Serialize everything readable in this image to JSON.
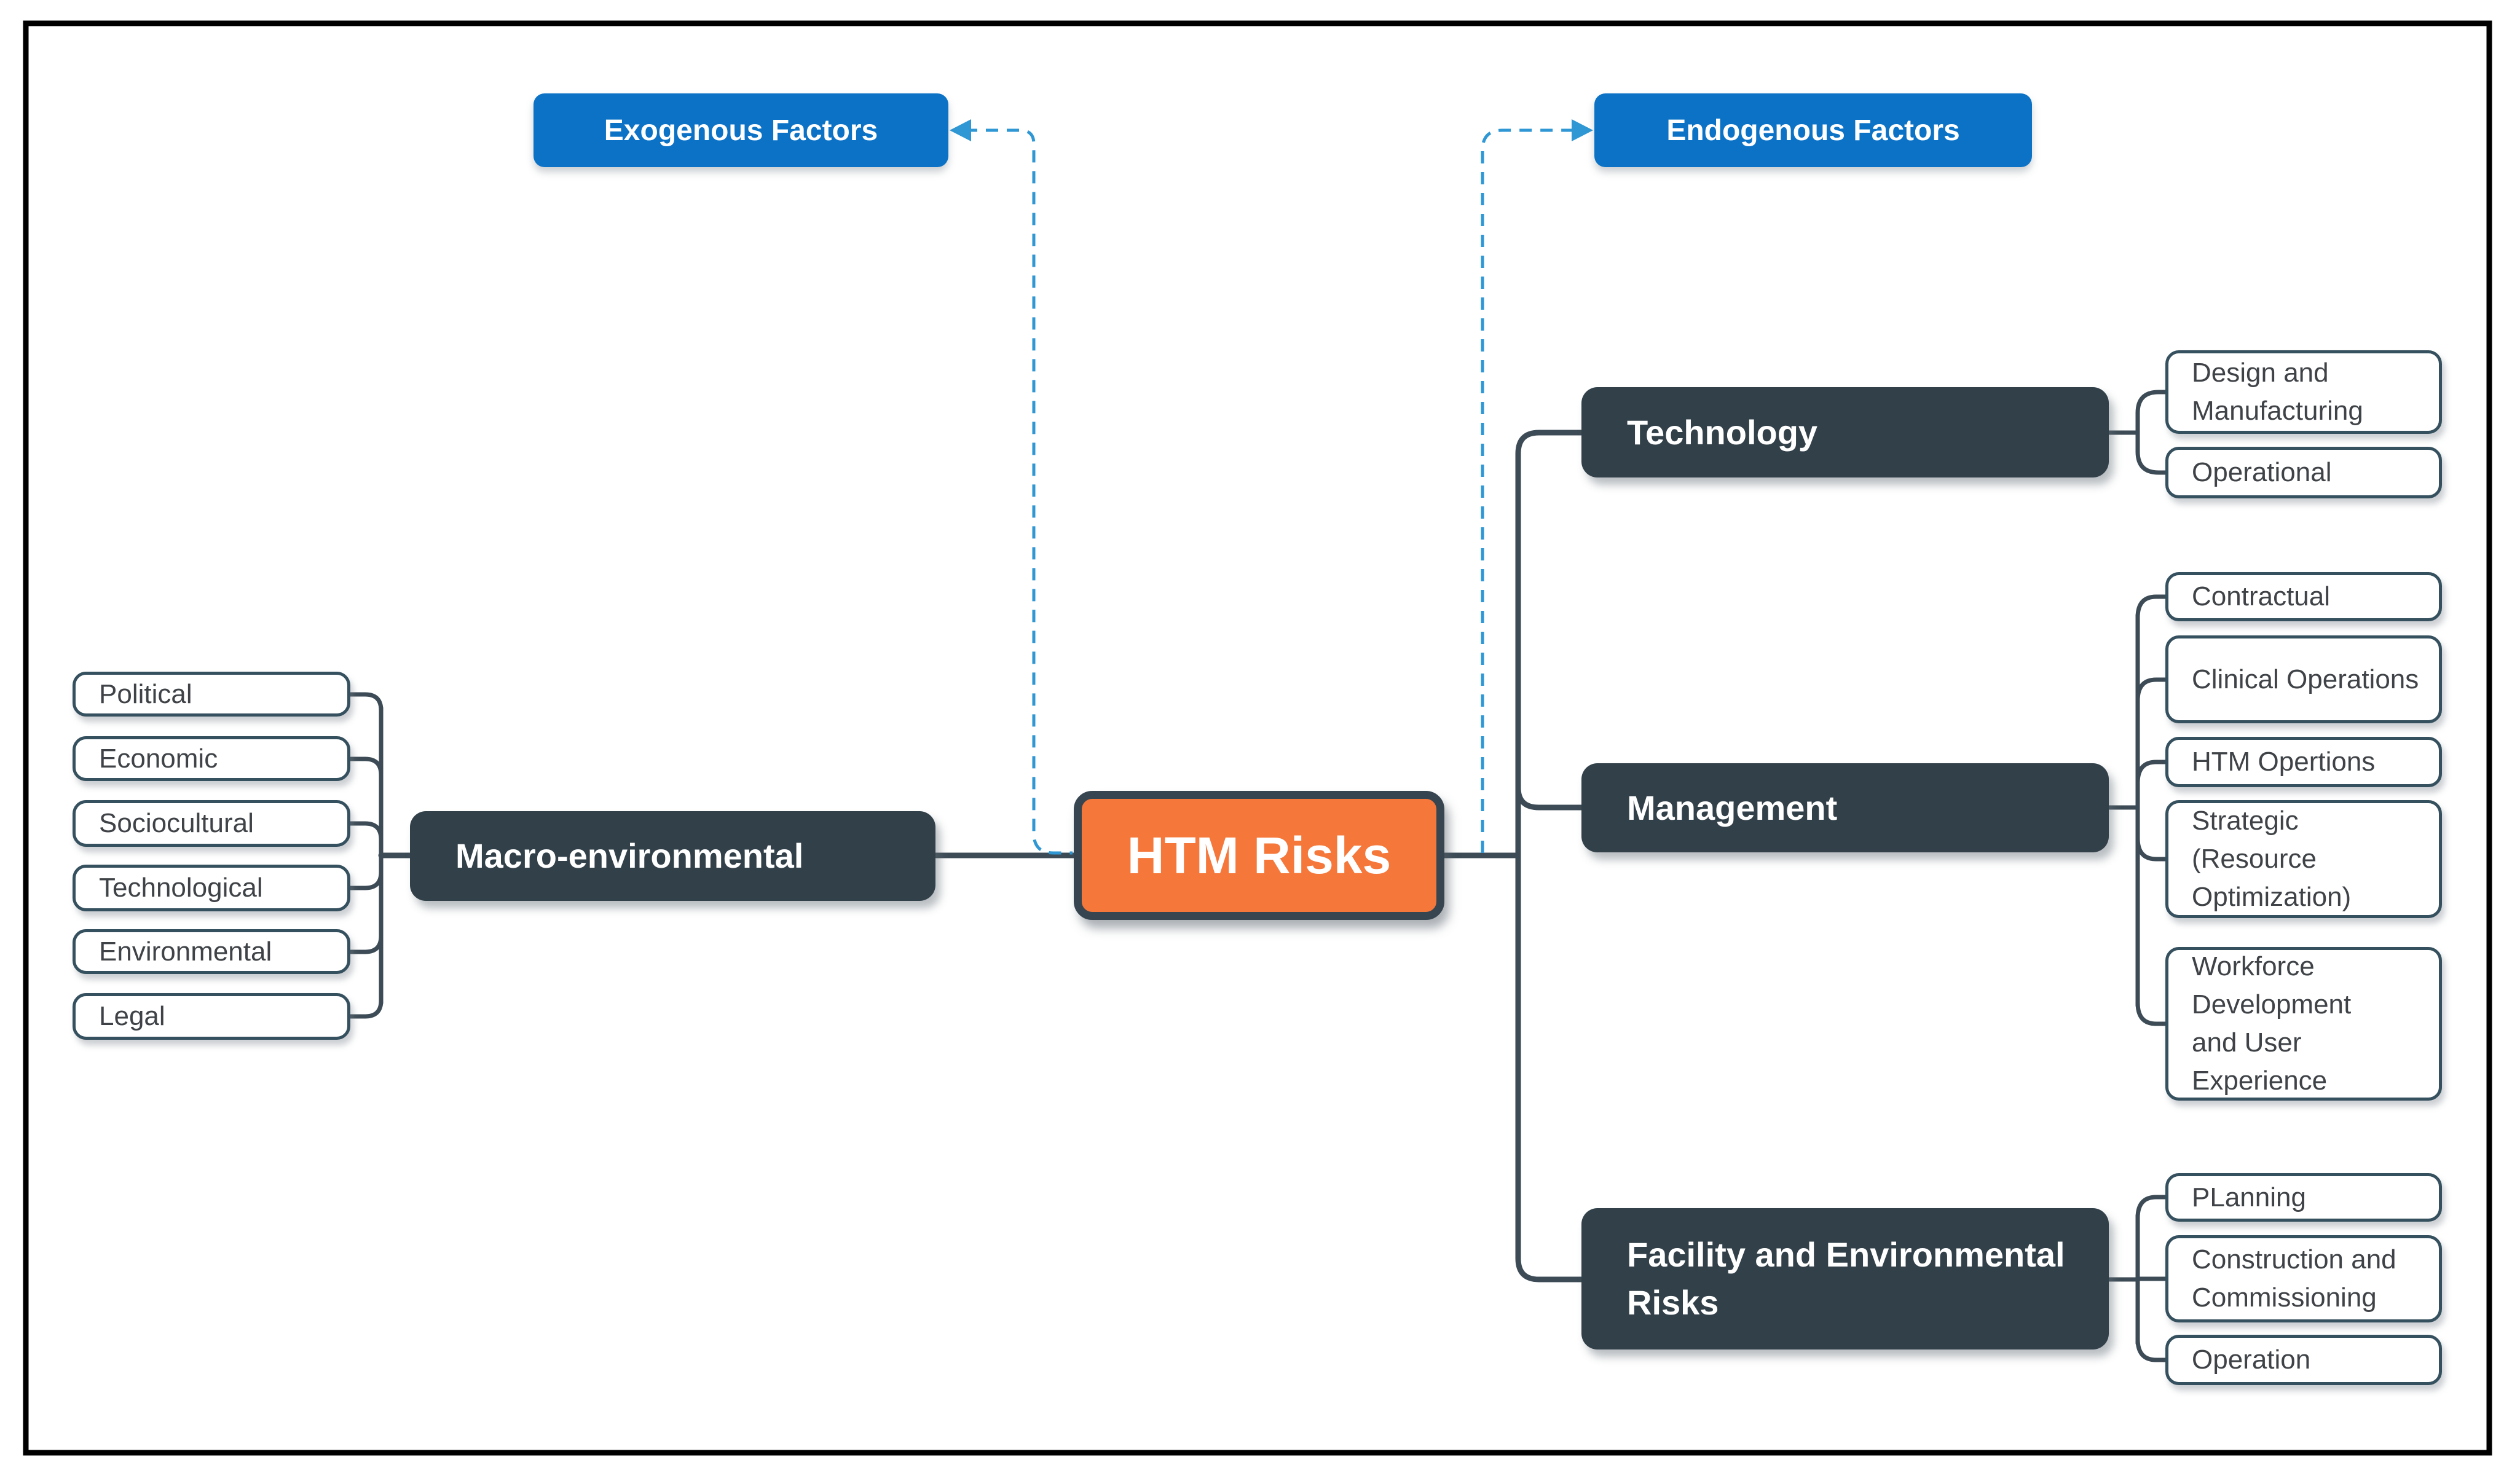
{
  "diagram": {
    "title": "HTM Risks",
    "factors": {
      "exogenous_label": "Exogenous Factors",
      "endogenous_label": "Endogenous Factors"
    },
    "root": {
      "label": "HTM Risks"
    },
    "left_branch": {
      "label": "Macro-environmental",
      "children": [
        "Political",
        "Economic",
        "Sociocultural",
        "Technological",
        "Environmental",
        "Legal"
      ]
    },
    "right_branches": [
      {
        "label": "Technology",
        "children": [
          "Design and Manufacturing",
          "Operational"
        ]
      },
      {
        "label": "Management",
        "children": [
          "Contractual",
          "Clinical Operations",
          "HTM Opertions",
          "Strategic (Resource Optimization)",
          "Workforce Development and User Experience"
        ]
      },
      {
        "label": "Facility and Environmental Risks",
        "children": [
          "PLanning",
          "Construction and Commissioning",
          "Operation"
        ]
      }
    ],
    "colors": {
      "factor_box": "#0b72c6",
      "root_fill": "#f5773a",
      "root_border": "#36454f",
      "category_fill": "#324049",
      "leaf_border": "#35505e",
      "connector": "#3c4b55",
      "dashed_link": "#2e97d4",
      "frame": "#000000",
      "text_on_dark": "#ffffff",
      "leaf_text": "#3f4347"
    }
  }
}
